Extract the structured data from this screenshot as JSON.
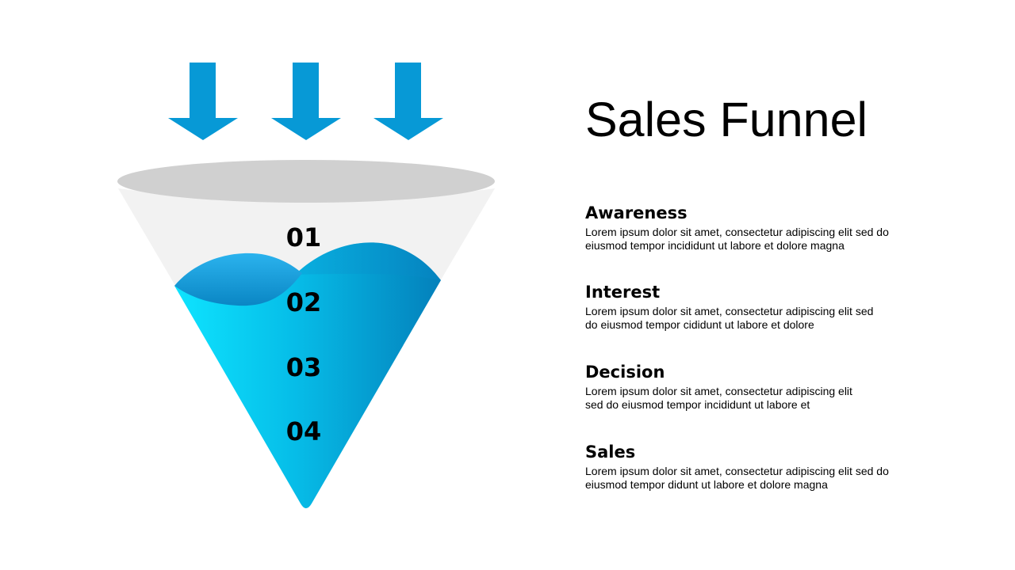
{
  "title": "Sales Funnel",
  "colors": {
    "arrow": "#0799d6",
    "rim": "#d0d0d0",
    "funnel_body": "#f2f2f2",
    "liquid_light": "#0ee4ff",
    "liquid_dark": "#0480bb"
  },
  "icons": [
    "arrow-down-icon",
    "arrow-down-icon",
    "arrow-down-icon"
  ],
  "steps": [
    {
      "number": "01"
    },
    {
      "number": "02"
    },
    {
      "number": "03"
    },
    {
      "number": "04"
    }
  ],
  "stages": [
    {
      "heading": "Awareness",
      "lines": [
        "Lorem ipsum dolor sit amet, consectetur adipiscing elit sed do",
        "eiusmod tempor incididunt ut labore et dolore magna"
      ]
    },
    {
      "heading": "Interest",
      "lines": [
        "Lorem ipsum dolor sit amet, consectetur adipiscing elit sed",
        "do eiusmod tempor cididunt ut labore et dolore"
      ]
    },
    {
      "heading": "Decision",
      "lines": [
        "Lorem ipsum dolor sit amet, consectetur adipiscing elit",
        "sed do eiusmod tempor incididunt ut labore et"
      ]
    },
    {
      "heading": "Sales",
      "lines": [
        "Lorem ipsum dolor sit amet, consectetur adipiscing elit sed do",
        "eiusmod tempor didunt ut labore et dolore magna"
      ]
    }
  ]
}
